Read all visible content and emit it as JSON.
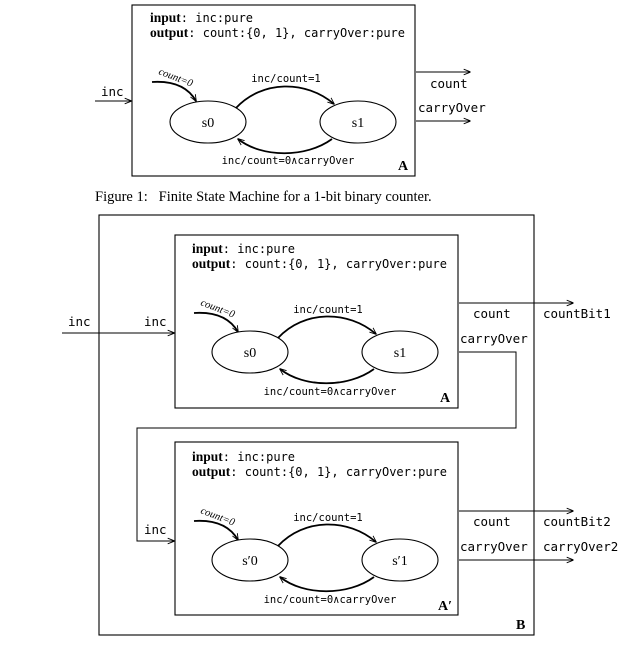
{
  "fsm_a": {
    "input_kw": "input",
    "input_sig": ": inc:pure",
    "output_kw": "output",
    "output_sig": ": count:{0, 1}, carryOver:pure",
    "init_label": "count=0",
    "t_s0_s1": "inc/count=1",
    "t_s1_s0": "inc/count=0∧carryOver",
    "s0": "s0",
    "s1": "s1",
    "name": "A",
    "in_port": "inc",
    "out_count": "count",
    "out_carry": "carryOver"
  },
  "figure1_caption": "Figure 1:   Finite State Machine for a 1-bit binary counter.",
  "composite": {
    "name": "B",
    "ext_in": "inc",
    "count_bit1": "countBit1",
    "count_bit2": "countBit2",
    "carry_out2": "carryOver2",
    "inner_a": {
      "input_kw": "input",
      "input_sig": ": inc:pure",
      "output_kw": "output",
      "output_sig": ": count:{0, 1}, carryOver:pure",
      "init_label": "count=0",
      "t_s0_s1": "inc/count=1",
      "t_s1_s0": "inc/count=0∧carryOver",
      "s0": "s0",
      "s1": "s1",
      "name": "A",
      "in_port": "inc",
      "out_count": "count",
      "out_carry": "carryOver"
    },
    "inner_a_prime": {
      "input_kw": "input",
      "input_sig": ": inc:pure",
      "output_kw": "output",
      "output_sig": ": count:{0, 1}, carryOver:pure",
      "init_label": "count=0",
      "t_s0_s1": "inc/count=1",
      "t_s1_s0": "inc/count=0∧carryOver",
      "s0": "s′0",
      "s1": "s′1",
      "name": "A′",
      "in_port": "inc",
      "out_count": "count",
      "out_carry": "carryOver"
    }
  }
}
